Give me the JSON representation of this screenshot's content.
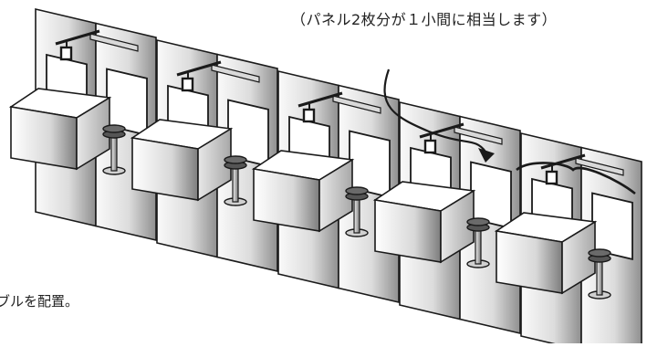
{
  "annotation": {
    "caption": "（パネル2枚分が１小間に相当します）",
    "side_note": "ブルを配置。"
  },
  "booths": [
    {
      "panels": 2,
      "has_spotlight": true,
      "has_table": true,
      "has_stool": true
    },
    {
      "panels": 2,
      "has_spotlight": true,
      "has_table": true,
      "has_stool": true
    },
    {
      "panels": 2,
      "has_spotlight": true,
      "has_table": true,
      "has_stool": true
    },
    {
      "panels": 2,
      "has_spotlight": true,
      "has_table": true,
      "has_stool": true
    },
    {
      "panels": 2,
      "has_spotlight": true,
      "has_table": true,
      "has_stool": true
    }
  ],
  "colors": {
    "stroke": "#1a1a1a",
    "panel_light": "#f4f4f4",
    "panel_dark": "#9a9a9a",
    "fascia": "#d9d9d9",
    "stool_seat": "#555555"
  }
}
